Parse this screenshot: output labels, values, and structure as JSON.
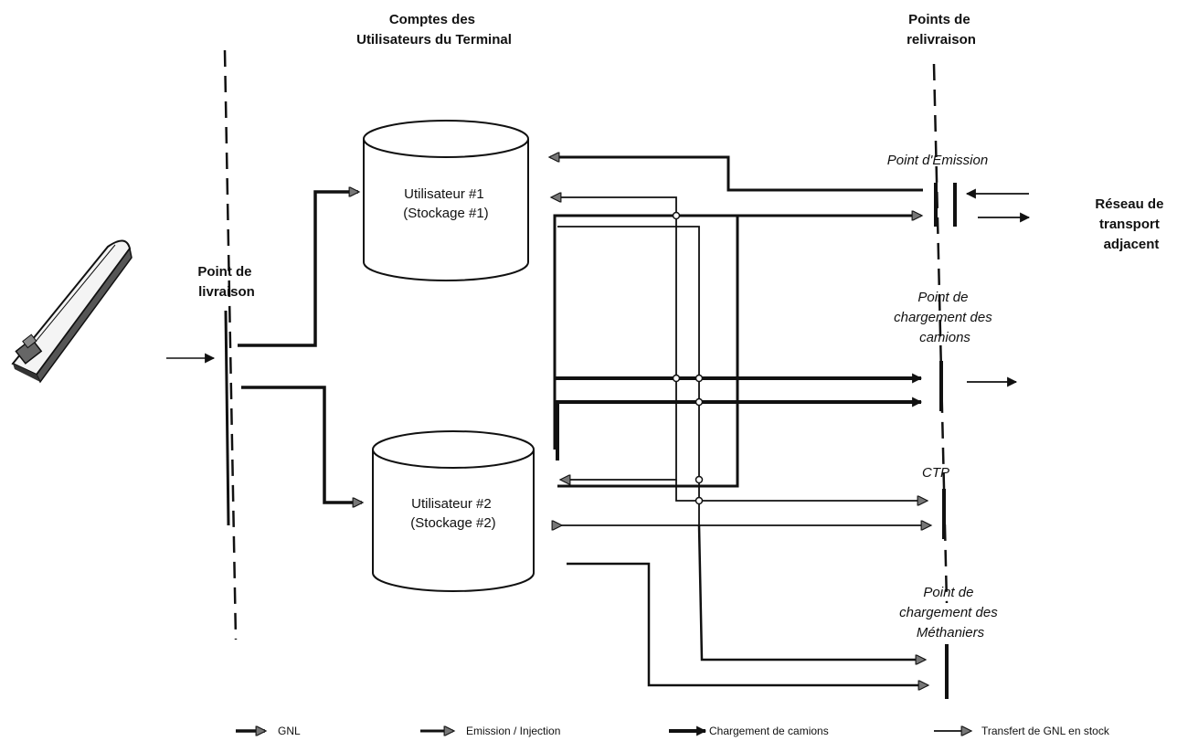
{
  "headers": {
    "terminal_accounts": [
      "Comptes des",
      "Utilisateurs du Terminal"
    ],
    "redelivery_points": [
      "Points de",
      "relivraison"
    ],
    "delivery_point": [
      "Point de",
      "livraison"
    ],
    "adjacent_network": [
      "Réseau de",
      "transport",
      "adjacent"
    ]
  },
  "users": [
    {
      "line1": "Utilisateur #1",
      "line2": "(Stockage #1)"
    },
    {
      "line1": "Utilisateur #2",
      "line2": "(Stockage #2)"
    }
  ],
  "points": {
    "emission": "Point d'Emission",
    "truck_loading": [
      "Point de",
      "chargement des",
      "camions"
    ],
    "ctp": "CTP",
    "ship_loading": [
      "Point de",
      "chargement des",
      "Méthaniers"
    ]
  },
  "legend": [
    {
      "label": "GNL"
    },
    {
      "label": "Emission / Injection"
    },
    {
      "label": "Chargement de camions"
    },
    {
      "label": "Transfert de GNL en stock"
    }
  ],
  "icons": {
    "ship": "lng-carrier-ship-icon",
    "arrow": "arrow-icon"
  }
}
